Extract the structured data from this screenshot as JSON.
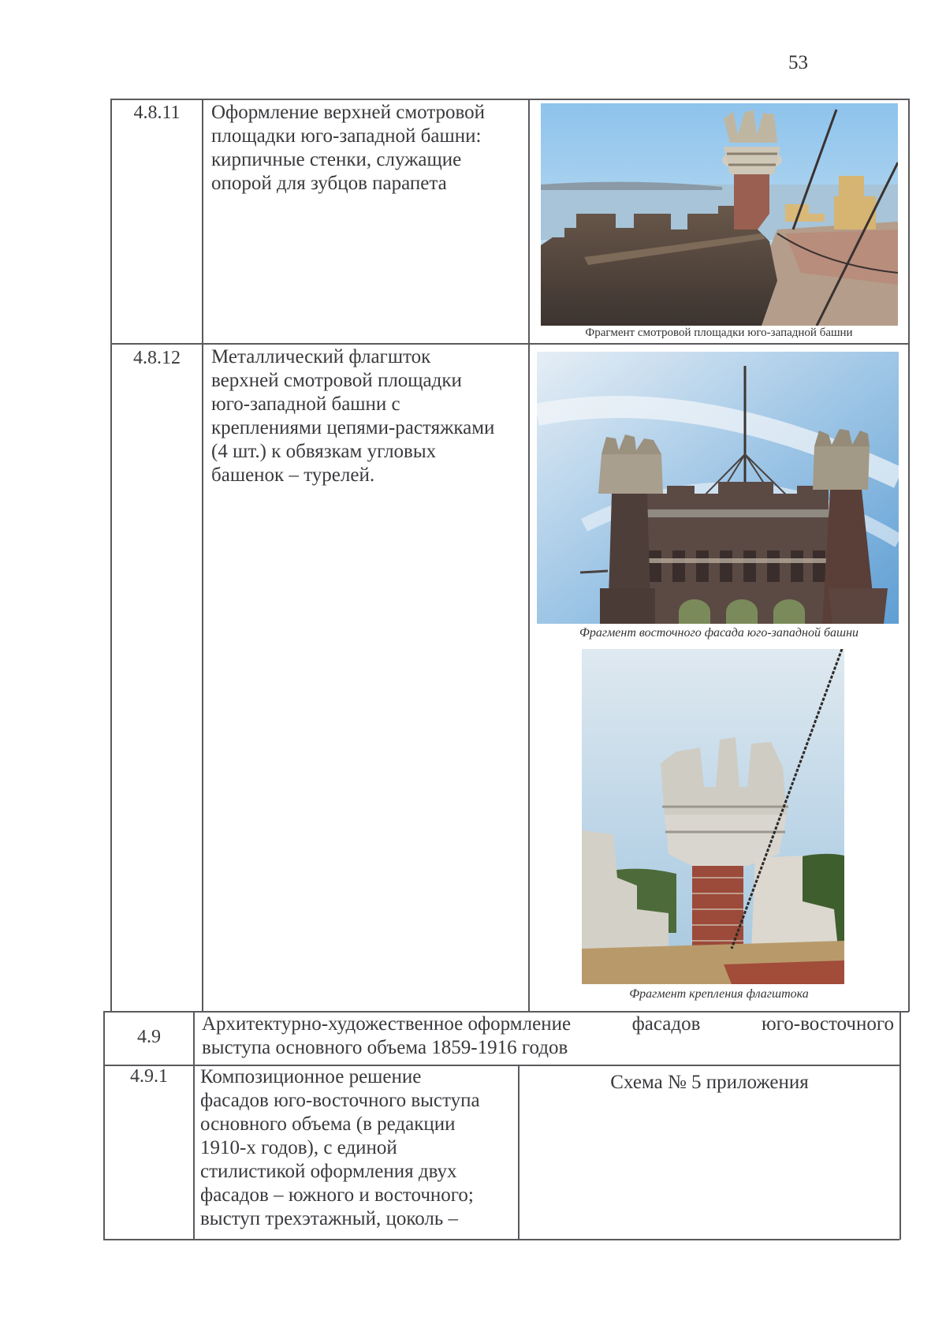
{
  "page": {
    "number": "53"
  },
  "table": {
    "rows": [
      {
        "id": "4.8.11",
        "description_lines": [
          "Оформление верхней смотровой",
          "площадки юго-западной башни:",
          "кирпичные стенки, служащие",
          "опорой для зубцов парапета"
        ],
        "photos": [
          {
            "icon": "photo-parapet-observation-deck",
            "caption": "Фрагмент смотровой площадки юго-западной башни"
          }
        ]
      },
      {
        "id": "4.8.12",
        "description_lines": [
          "Металлический флагшток",
          "верхней смотровой площадки",
          "юго-западной башни с",
          "креплениями цепями-растяжками",
          "(4 шт.) к обвязкам угловых",
          "башенок – турелей."
        ],
        "photos": [
          {
            "icon": "photo-east-facade-flagpole",
            "caption": "Фрагмент восточного фасада юго-западной башни"
          },
          {
            "icon": "photo-flagpole-mount-turret",
            "caption": "Фрагмент крепления флагштока"
          }
        ]
      },
      {
        "id": "4.9",
        "description_line1_words": [
          "Архитектурно-художественное оформление",
          "фасадов",
          "юго-восточного"
        ],
        "description_line2": "выступа основного объема 1859-1916 годов"
      },
      {
        "id": "4.9.1",
        "description_lines": [
          "Композиционное решение",
          "фасадов юго-восточного выступа",
          "основного объема (в редакции",
          "1910-х годов), с единой",
          "стилистикой оформления двух",
          "фасадов – южного и восточного;",
          "выступ трехэтажный, цоколь –"
        ],
        "reference": "Схема № 5 приложения"
      }
    ]
  },
  "colors": {
    "border": "#5a5a5e",
    "text": "#3a3a3e",
    "sky": "#9cc8ea",
    "brick": "#6b4a40",
    "stone": "#d8d3c6"
  }
}
